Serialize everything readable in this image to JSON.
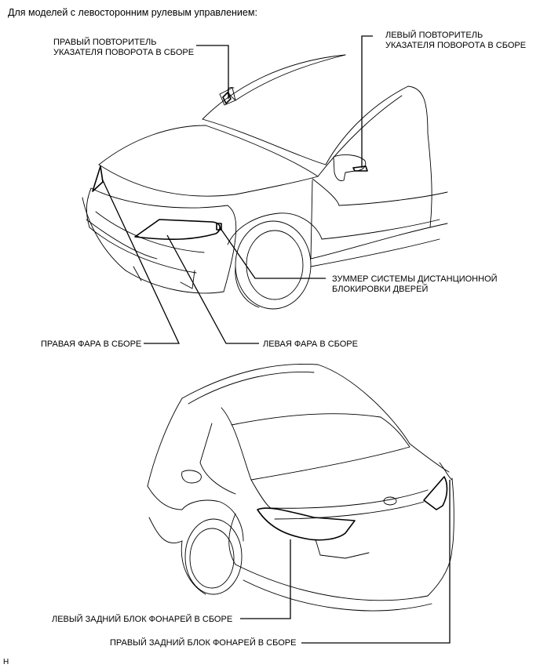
{
  "header": "Для моделей с левосторонним рулевым управлением:",
  "labels": {
    "right_repeater_1": "ПРАВЫЙ ПОВТОРИТЕЛЬ",
    "right_repeater_2": "УКАЗАТЕЛЯ ПОВОРОТА В СБОРЕ",
    "left_repeater_1": "ЛЕВЫЙ ПОВТОРИТЕЛЬ",
    "left_repeater_2": "УКАЗАТЕЛЯ ПОВОРОТА В СБОРЕ",
    "buzzer_1": "ЗУММЕР СИСТЕМЫ ДИСТАНЦИОННОЙ",
    "buzzer_2": "БЛОКИРОВКИ ДВЕРЕЙ",
    "right_headlamp": "ПРАВАЯ ФАРА В СБОРЕ",
    "left_headlamp": "ЛЕВАЯ ФАРА В СБОРЕ",
    "left_rear_lamp": "ЛЕВЫЙ ЗАДНИЙ БЛОК ФОНАРЕЙ В СБОРЕ",
    "right_rear_lamp": "ПРАВЫЙ ЗАДНИЙ БЛОК ФОНАРЕЙ В СБОРЕ"
  },
  "footer_code": "H"
}
